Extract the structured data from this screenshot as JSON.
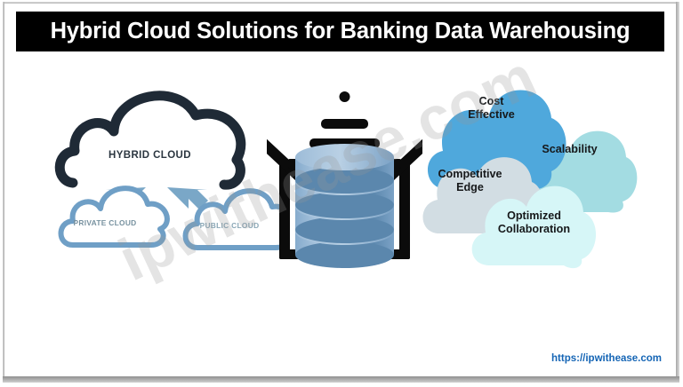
{
  "title": "Hybrid Cloud Solutions for Banking Data Warehousing",
  "watermark": "ipwithease.com",
  "footer": {
    "url": "https://ipwithease.com"
  },
  "diagram": {
    "hybrid_cloud": {
      "main_label": "HYBRID CLOUD",
      "private_label": "PRIVATE CLOUD",
      "public_label": "PUBLIC CLOUD",
      "outline_color": "#1f2a36",
      "sub_cloud_color": "#6f9fc6",
      "arrow_color": "#7aa7c7"
    },
    "warehouse": {
      "outline_color": "#0b0b0b",
      "database_color": "#6d9ac0"
    },
    "benefits": [
      {
        "label_line1": "Cost",
        "label_line2": "Effective",
        "color": "#4fa8dc"
      },
      {
        "label_line1": "Scalability",
        "label_line2": "",
        "color": "#a3dce2"
      },
      {
        "label_line1": "Competitive",
        "label_line2": "Edge",
        "color": "#d2dde3"
      },
      {
        "label_line1": "Optimized",
        "label_line2": "Collaboration",
        "color": "#d6f6f7"
      }
    ]
  },
  "colors": {
    "title_bar_bg": "#000000",
    "title_text": "#ffffff",
    "page_bg": "#ffffff",
    "link": "#1565b5"
  }
}
